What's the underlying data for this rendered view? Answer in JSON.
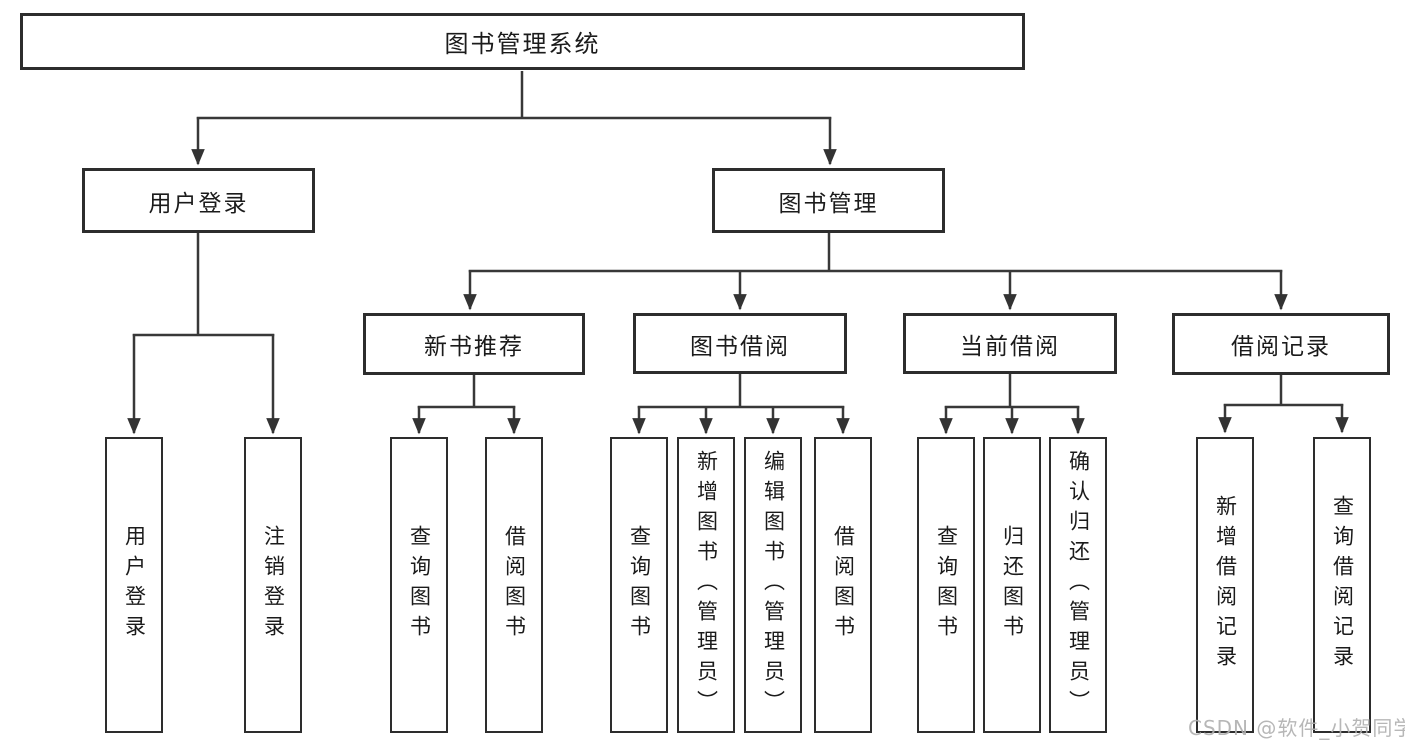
{
  "diagram": {
    "nodes": {
      "root": {
        "label": "图书管理系统"
      },
      "user_login": {
        "label": "用户登录"
      },
      "book_mgmt": {
        "label": "图书管理"
      },
      "new_books": {
        "label": "新书推荐"
      },
      "book_borrow": {
        "label": "图书借阅"
      },
      "current_borrow": {
        "label": "当前借阅"
      },
      "borrow_records": {
        "label": "借阅记录"
      },
      "leaf_user_login": {
        "label": "用户登录"
      },
      "leaf_logout": {
        "label": "注销登录"
      },
      "leaf_nb_query": {
        "label": "查询图书"
      },
      "leaf_nb_borrow": {
        "label": "借阅图书"
      },
      "leaf_bb_query": {
        "label": "查询图书"
      },
      "leaf_bb_add": {
        "label": "新增图书（管理员）"
      },
      "leaf_bb_edit": {
        "label": "编辑图书（管理员）"
      },
      "leaf_bb_borrow": {
        "label": "借阅图书"
      },
      "leaf_cb_query": {
        "label": "查询图书"
      },
      "leaf_cb_return": {
        "label": "归还图书"
      },
      "leaf_cb_confirm": {
        "label": "确认归还（管理员）"
      },
      "leaf_br_add": {
        "label": "新增借阅记录"
      },
      "leaf_br_query": {
        "label": "查询借阅记录"
      }
    },
    "structure": {
      "root": "图书管理系统",
      "children": [
        {
          "label": "用户登录",
          "children": [
            "用户登录",
            "注销登录"
          ]
        },
        {
          "label": "图书管理",
          "children": [
            {
              "label": "新书推荐",
              "children": [
                "查询图书",
                "借阅图书"
              ]
            },
            {
              "label": "图书借阅",
              "children": [
                "查询图书",
                "新增图书（管理员）",
                "编辑图书（管理员）",
                "借阅图书"
              ]
            },
            {
              "label": "当前借阅",
              "children": [
                "查询图书",
                "归还图书",
                "确认归还（管理员）"
              ]
            },
            {
              "label": "借阅记录",
              "children": [
                "新增借阅记录",
                "查询借阅记录"
              ]
            }
          ]
        }
      ]
    }
  },
  "watermark": {
    "text": "CSDN @软件_小贺同学"
  },
  "colors": {
    "background": "#ffffff",
    "line": "#383838",
    "border": "#2d2d2d",
    "text": "#1b1b1b",
    "watermark": "#b0b0b0"
  }
}
